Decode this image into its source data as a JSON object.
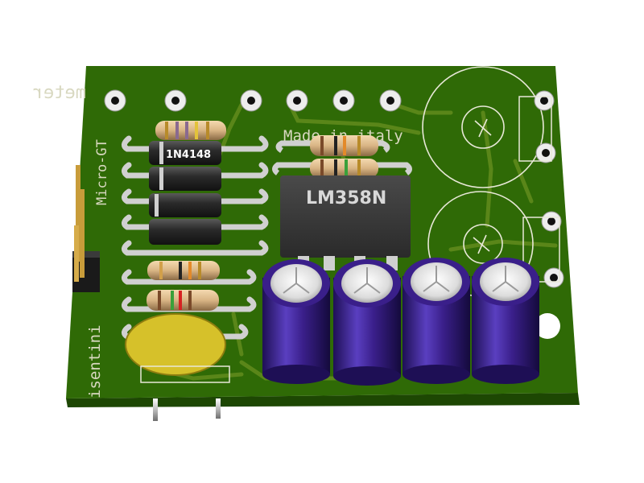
{
  "board": {
    "colors": {
      "board_top": "#2f6a06",
      "board_edge": "#1d4703",
      "trace": "#5c7d1a",
      "silk": "#e8e8d8",
      "pad": "#d8d8d8",
      "cap_body": "#3a1f8a",
      "cap_body_dark": "#1e0f55",
      "ic_body": "#3a3a3a",
      "diode_body": "#2b2b2b",
      "ceramic_cap": "#d6c12a"
    },
    "silkscreen": {
      "top_left_text": "meter",
      "made_in": "Made in italy",
      "credit_vertical": "Micro-GT",
      "author_vertical": "isentini"
    },
    "components": {
      "ic_marking": "LM358N",
      "diode_marking": "1N4148"
    }
  }
}
